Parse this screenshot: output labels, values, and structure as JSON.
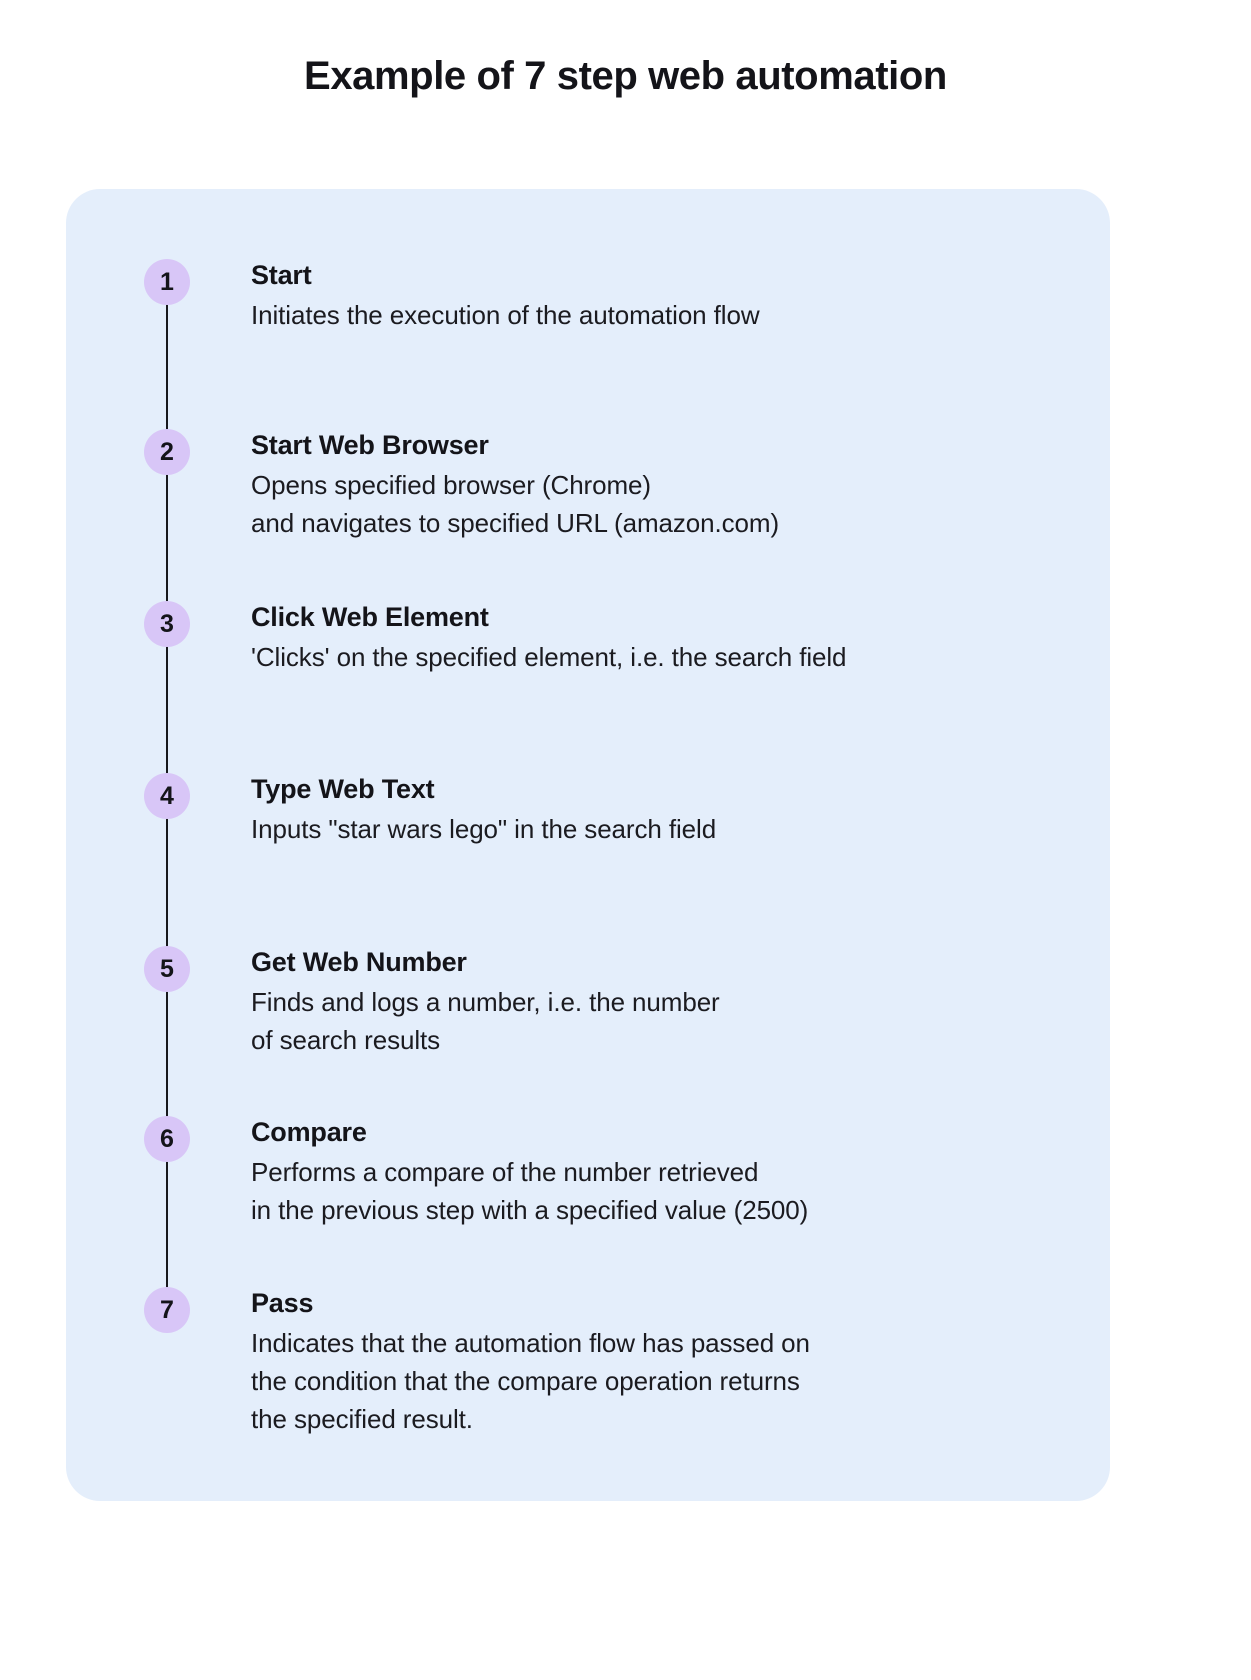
{
  "page": {
    "title": "Example of 7 step web automation",
    "background_color": "#ffffff"
  },
  "card": {
    "background_color": "#e4eefb",
    "accent_marker_color": "#d8c6f7",
    "connector_color": "#18181d",
    "text_color": "#141419"
  },
  "steps": [
    {
      "number": "1",
      "title": "Start",
      "description": "Initiates the execution of the automation flow"
    },
    {
      "number": "2",
      "title": "Start Web Browser",
      "description": "Opens specified browser (Chrome)\nand navigates to specified URL (amazon.com)"
    },
    {
      "number": "3",
      "title": "Click Web Element",
      "description": "'Clicks' on the specified element, i.e. the search field"
    },
    {
      "number": "4",
      "title": "Type Web Text",
      "description": "Inputs \"star wars lego\" in the search field"
    },
    {
      "number": "5",
      "title": "Get Web Number",
      "description": "Finds and logs a number, i.e. the number\nof search results"
    },
    {
      "number": "6",
      "title": "Compare",
      "description": "Performs a compare of the number retrieved\nin the previous step with a specified value (2500)"
    },
    {
      "number": "7",
      "title": "Pass",
      "description": "Indicates that the automation flow has passed on\nthe condition that the compare operation returns\nthe specified result."
    }
  ]
}
